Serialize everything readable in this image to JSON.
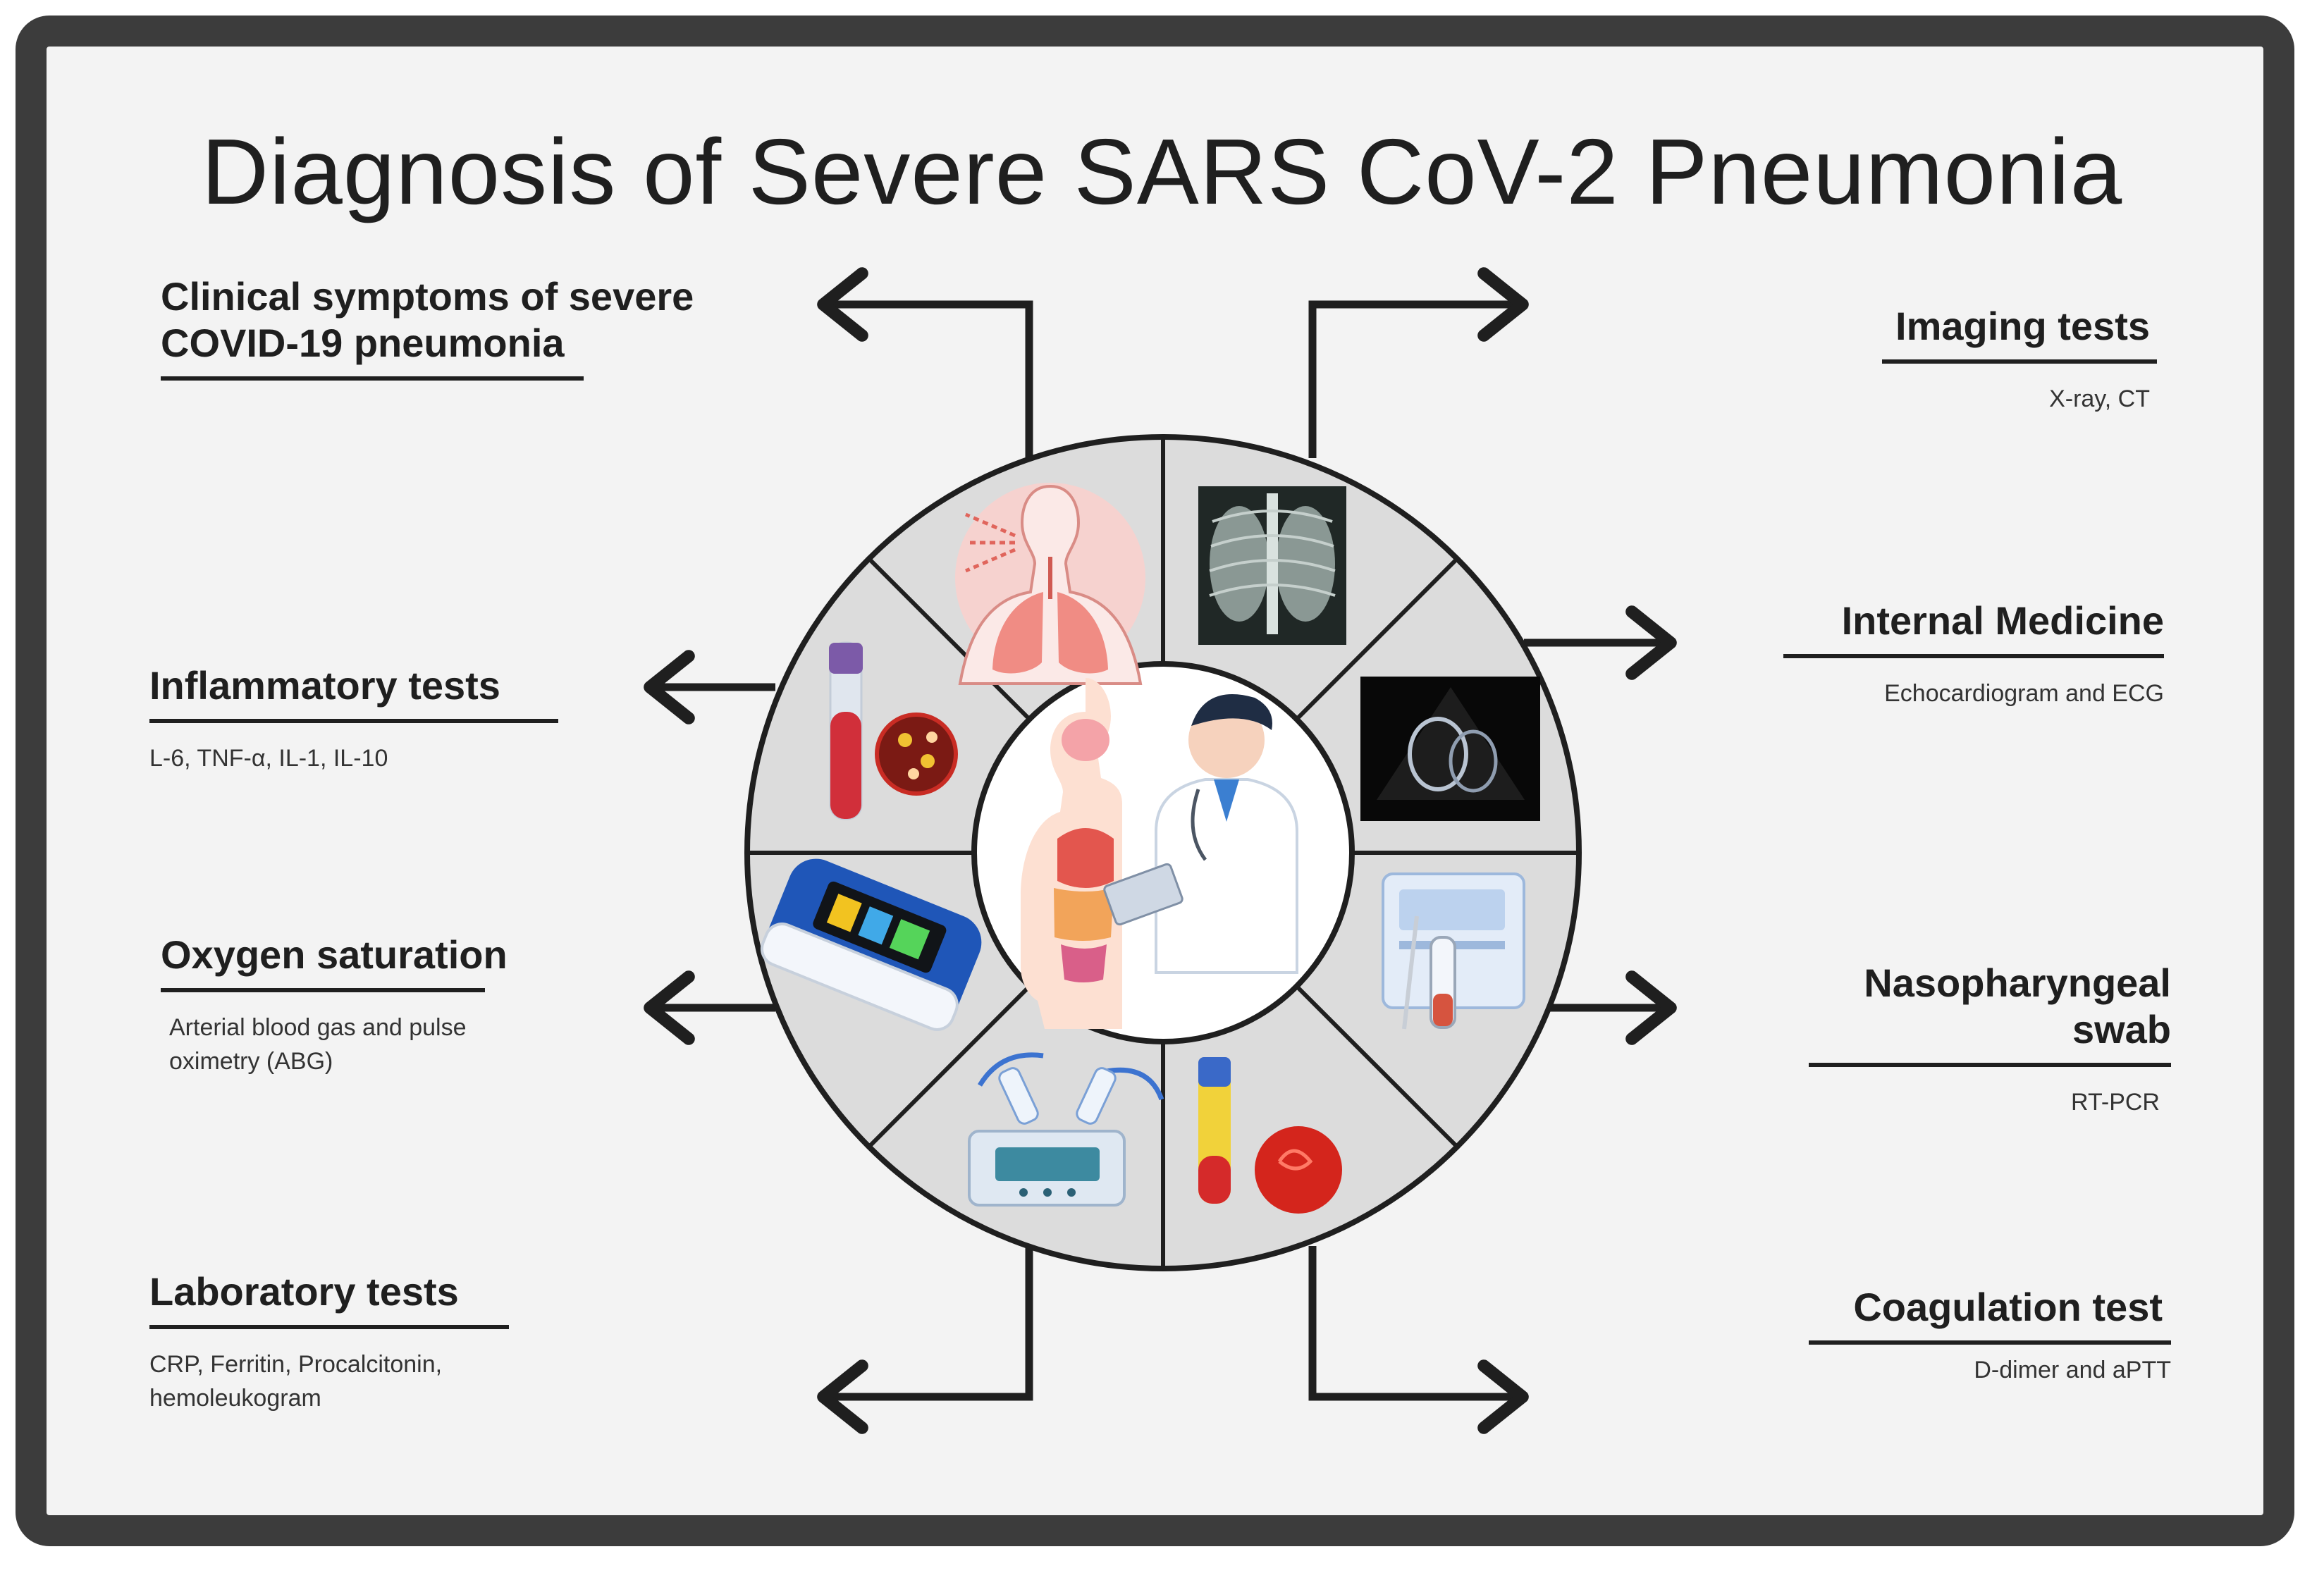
{
  "title": "Diagnosis of Severe SARS CoV-2 Pneumonia",
  "left_items": [
    {
      "heading": "Clinical symptoms of severe COVID-19 pneumonia",
      "detail": ""
    },
    {
      "heading": "Inflammatory tests",
      "detail": "L-6, TNF-α, IL-1, IL-10"
    },
    {
      "heading": "Oxygen saturation",
      "detail": "Arterial blood gas and pulse oximetry (ABG)"
    },
    {
      "heading": "Laboratory tests",
      "detail": "CRP, Ferritin, Procalcitonin, hemoleukogram"
    }
  ],
  "right_items": [
    {
      "heading": "Imaging tests",
      "detail": "X-ray, CT"
    },
    {
      "heading": "Internal Medicine",
      "detail": "Echocardiogram and ECG"
    },
    {
      "heading": "Nasopharyngeal swab",
      "detail": "RT-PCR"
    },
    {
      "heading": "Coagulation test",
      "detail": "D-dimer and aPTT"
    }
  ],
  "segment_icons": [
    "lungs-respiratory-icon",
    "chest-xray-icon",
    "echocardiogram-icon",
    "pcr-analyzer-swab-icon",
    "blood-tube-clot-icon",
    "centrifuge-lab-icon",
    "pulse-oximeter-icon",
    "blood-tube-cells-icon"
  ],
  "center_icon": "doctor-anatomy-icon",
  "colors": {
    "frame": "#3c3c3c",
    "background": "#f3f3f3",
    "wheel": "#dcdcdc",
    "ink": "#1f1f1f"
  }
}
